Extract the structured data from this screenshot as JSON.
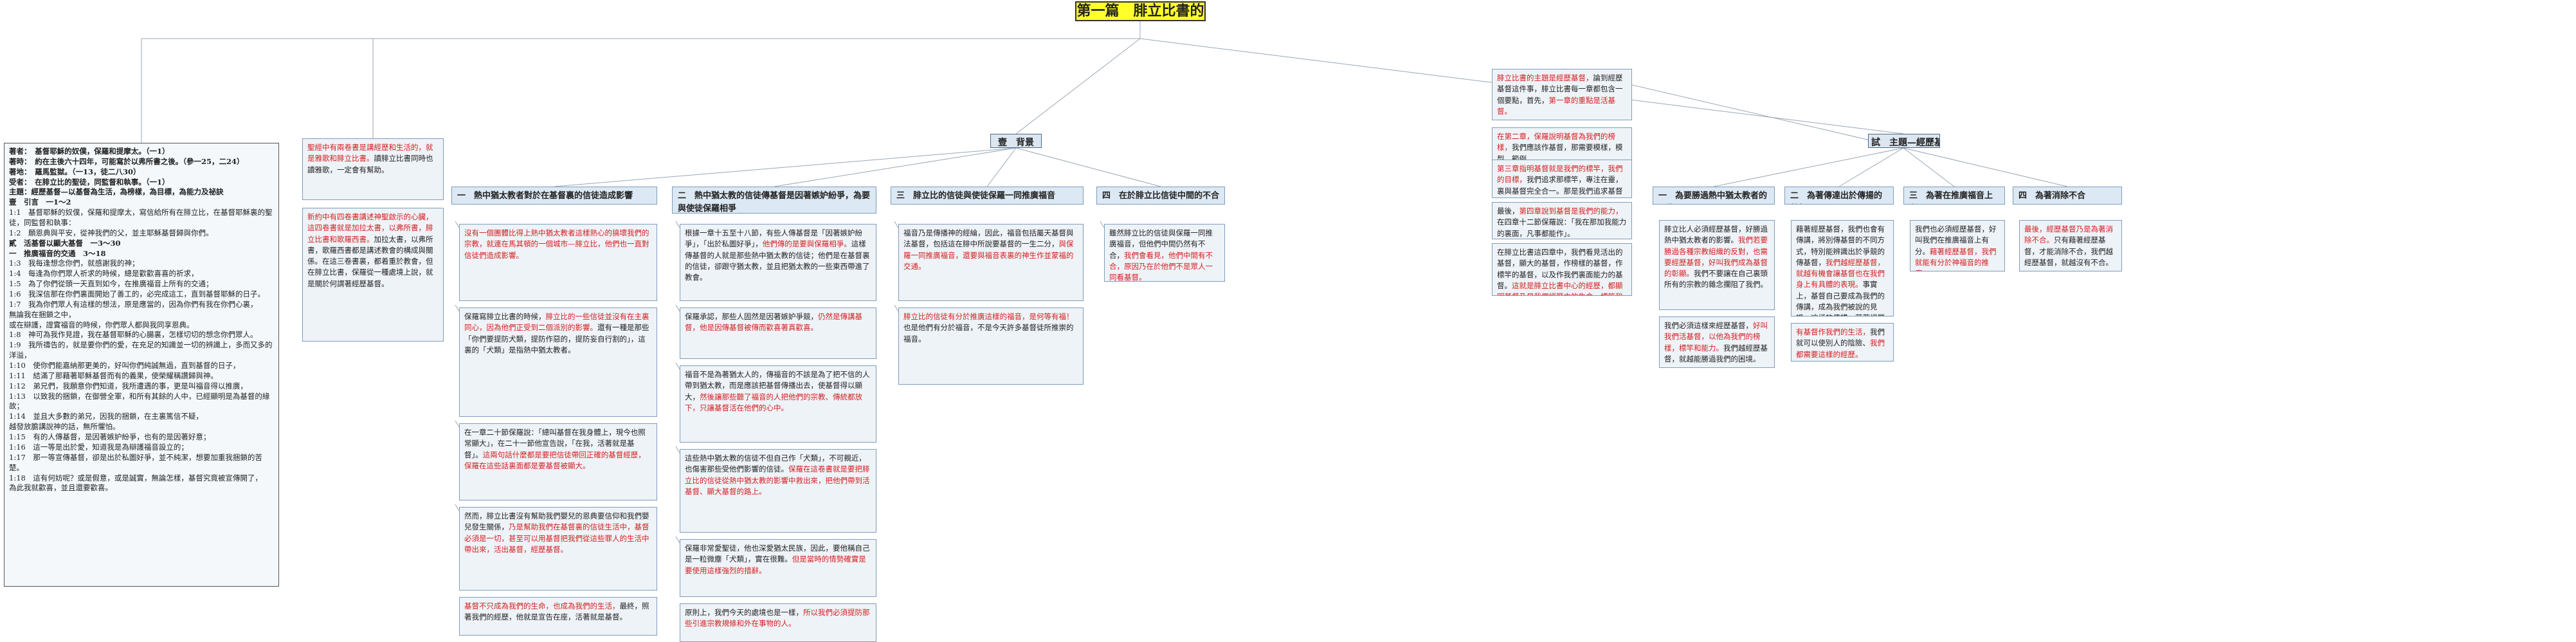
{
  "title": "第一篇　腓立比書的背景和主題",
  "intro_lines": [
    {
      "text": "著者：　基督耶穌的奴僕，保羅和提摩太。（一1）",
      "bold": true
    },
    {
      "text": "著時：　約在主後六十四年，可能寫於以弗所書之後。（參一25，二24）",
      "bold": true
    },
    {
      "text": "著地：　羅馬監獄。（一13，徒二八30）",
      "bold": true
    },
    {
      "text": "受者：　在腓立比的聖徒，同監督和執事。（一1）",
      "bold": true
    },
    {
      "text": "主題：經歷基督—以基督為生活，為榜樣，為目標，為能力及祕訣",
      "bold": true
    },
    {
      "text": "壹　引言　一1～2",
      "bold": true
    },
    {
      "text": "1:1　基督耶穌的奴僕，保羅和提摩太，寫信給所有在腓立比，在基督耶穌裏的聖徒，同監督和執事：",
      "bold": false
    },
    {
      "text": "1:2　願恩典與平安，從神我們的父，並主耶穌基督歸與你們。",
      "bold": false
    },
    {
      "text": "貳　活基督以顯大基督　一3～30",
      "bold": true
    },
    {
      "text": "一　推廣福音的交通　3～18",
      "bold": true
    },
    {
      "text": "1:3　我每逢想念你們，就感謝我的神；",
      "bold": false
    },
    {
      "text": "1:4　每逢為你們眾人祈求的時候，總是歡歡喜喜的祈求，",
      "bold": false
    },
    {
      "text": "1:5　為了你們從頭一天直到如今，在推廣福音上所有的交通；",
      "bold": false
    },
    {
      "text": "1:6　我深信那在你們裏面開始了善工的，必完成這工，直到基督耶穌的日子。",
      "bold": false
    },
    {
      "text": "1:7　我為你們眾人有這樣的想法，原是應當的，因為你們有我在你們心裏，",
      "bold": false
    },
    {
      "text": "無論我在捆鎖之中，",
      "bold": false
    },
    {
      "text": "或在辯護，證實福音的時候，你們眾人都與我同享恩典。",
      "bold": false
    },
    {
      "text": "1:8　神可為我作見證，我在基督耶穌的心腸裏，怎樣切切的想念你們眾人。",
      "bold": false
    },
    {
      "text": "1:9　我所禱告的，就是要你們的愛，在充足的知識並一切的辨識上，多而又多的洋溢，",
      "bold": false
    },
    {
      "text": "1:10　使你們能嘉納那更美的，好叫你們純誠無過，直到基督的日子，",
      "bold": false
    },
    {
      "text": "1:11　結滿了那藉著耶穌基督而有的義果，使榮耀稱讚歸與神。",
      "bold": false
    },
    {
      "text": "1:12　弟兄們，我願意你們知道，我所遭遇的事，更是叫福音得以推廣，",
      "bold": false
    },
    {
      "text": "1:13　以致我的捆鎖，在御營全軍，和所有其餘的人中，已經顯明是為基督的緣故；",
      "bold": false
    },
    {
      "text": "1:14　並且大多數的弟兄，因我的捆鎖，在主裏篤信不疑，",
      "bold": false
    },
    {
      "text": "越發放膽講說神的話，無所懼怕。",
      "bold": false
    },
    {
      "text": "1:15　有的人傳基督，是因著嫉妒紛爭，也有的是因著好意；",
      "bold": false
    },
    {
      "text": "1:16　這一等是出於愛，知道我是為辯護福音設立的；",
      "bold": false
    },
    {
      "text": "1:17　那一等宣傳基督，卻是出於私圖好爭，並不純潔，想要加重我捆鎖的苦楚。",
      "bold": false
    },
    {
      "text": "1:18　這有何妨呢？或是假意，或是誠實，無論怎樣，基督究竟被宣傳開了，",
      "bold": false
    },
    {
      "text": "為此我就歡喜，並且還要歡喜。",
      "bold": false
    }
  ],
  "overview_note": [
    {
      "t": "聖經中有兩卷書是講經歷和生活的，就是雅歌和腓立比書。",
      "red": true
    },
    {
      "t": "讀腓立比書同時也讀雅歌，一定會有幫助。",
      "red": false
    }
  ],
  "intro_note": [
    {
      "t": "新約中有四卷書講述神聖啟示的心臟，這四卷書就是加拉太書，以弗所書，腓立比書和歌羅西書。",
      "red": true
    },
    {
      "t": "加拉太書，以弗所書，歌羅西書都是講述教會的構成與關係。在這三卷書裏，都着重於教會，但在腓立比書，保羅從一種處境上說，就是關於何謂著經歷基督。",
      "red": false
    }
  ],
  "background": {
    "label": "壹　背景",
    "sections": [
      {
        "heading": "一　熱中猶太教者對於在基督裏的信徒造成影響",
        "notes": [
          [
            {
              "t": "沒有一個團體比得上熱中猶太教者這樣熱心的搞壞我們的宗教，就連在馬其頓的一個城市—腓立比，他們也一直對信徒們造成影響。",
              "red": true
            }
          ],
          [
            {
              "t": "保羅寫腓立比書的時候，",
              "red": false
            },
            {
              "t": "腓立比的一些信徒並沒有在主裏同心，因為他們正受到二個派別的影響。",
              "red": true
            },
            {
              "t": "還有一種是那些「你們要提防犬類，提防作惡的，提防妄自行割的」，這裏的「犬類」是指熱中猶太教者。",
              "red": false
            }
          ],
          [
            {
              "t": "在一章二十節保羅說：「總叫基督在我身體上，現今也照常顯大」，在二十一節他宣告說，「在我，活著就是基督」。",
              "red": false
            },
            {
              "t": "這兩句話什麼都是要把信徒帶回正確的基督經歷，保羅在這些話裏面都是要基督被顯大。",
              "red": true
            }
          ],
          [
            {
              "t": "然而，腓立比書沒有幫助我們嬰兒的恩典要信仰和我們嬰兒發生關係，",
              "red": false
            },
            {
              "t": "乃是幫助我們在基督裏的信徒生活中，基督必須是一切，甚至可以用基督把我們從這些罪人的生活中帶出來，活出基督，經歷基督。",
              "red": true
            }
          ],
          [
            {
              "t": "基督不只成為我們的生命，也成為我們的生活，",
              "red": true
            },
            {
              "t": "最終，照著我們的經歷，他就是宣告在座，活著就是基督。",
              "red": false
            }
          ]
        ]
      },
      {
        "heading": "二　熱中猶太教的信徒傳基督是因著嫉妒紛爭，為要與使徒保羅相爭",
        "notes": [
          [
            {
              "t": "根據一章十五至十八節，有些人傳基督是「因著嫉妒紛爭」，「出於私圖好爭」，",
              "red": false
            },
            {
              "t": "他們傳的是要與保羅相爭。",
              "red": true
            },
            {
              "t": "這樣傳基督的人就是那些熱中猶太教的信徒；他們是在基督裏的信徒，卻跟守猶太教，並且把猶太教的一些東西帶進了教會。",
              "red": false
            }
          ],
          [
            {
              "t": "保羅承認，那些人固然是因著嫉妒爭競，",
              "red": false
            },
            {
              "t": "仍然是傳講基督，他是因傳基督被傳而歡喜著真歡喜。",
              "red": true
            }
          ],
          [
            {
              "t": "福音不是為著猶太人的，傳福音的不該是為了把不信的人帶到猶太教，而是應該把基督傳播出去，使基督得以顯大，",
              "red": false
            },
            {
              "t": "然後讓那些聽了福音的人把他們的宗教、傳統都放下，只讓基督活在他們的心中。",
              "red": true
            }
          ],
          [
            {
              "t": "這些熱中猶太教的信徒不但自己作「犬類」，不可親近，也傷害那些受他們影響的信徒。",
              "red": false
            },
            {
              "t": "保羅在這卷書就是要把腓立比的信徒從熱中猶太教的影響中救出來，把他們帶到活基督、顯大基督的路上。",
              "red": true
            }
          ],
          [
            {
              "t": "保羅非常愛聖徒，他也深愛猶太民族，因此，要他稱自己是一粒微塵「犬類」，實在很難。",
              "red": false
            },
            {
              "t": "但是當時的情勢確實是要使用這樣強烈的措辭。",
              "red": true
            }
          ],
          [
            {
              "t": "原則上，我們今天的處境也是一樣，",
              "red": false
            },
            {
              "t": "所以我們必須提防那些引進宗教規條和外在事物的人。",
              "red": true
            }
          ]
        ]
      },
      {
        "heading": "三　腓立比的信徒與使徒保羅一同推廣福音",
        "notes": [
          [
            {
              "t": "福音乃是傳播神的經綸，因此，福音包括屬天基督與法基督，包括這在腓中所說要基督的一生二分，",
              "red": false
            },
            {
              "t": "與保羅一同推廣福音，還要與福音表裏的神生作並蒙福的交通。",
              "red": true
            }
          ],
          [
            {
              "t": "腓立比的信徒有分於推廣這樣的福音，是何等有福！",
              "red": true
            },
            {
              "t": "也是他們有分於福音，不是今天許多基督徒所推崇的福音。",
              "red": false
            }
          ]
        ]
      },
      {
        "heading": "四　在於腓立比信徒中間的不合",
        "notes": [
          [
            {
              "t": "雖然腓立比的信徒與保羅一同推廣福音，但他們中間仍然有不合，",
              "red": false
            },
            {
              "t": "我們會看見，他們中間有不合，原因乃在於他們不是眾人一同看基督。",
              "red": true
            }
          ]
        ]
      }
    ]
  },
  "theme": {
    "label": "試　主題—經歷基督",
    "intro_notes": [
      [
        {
          "t": "腓立比書的主題是經歷基督，",
          "red": true
        },
        {
          "t": "論到經歷基督這件事，腓立比書每一章都包含一個要點，首先，",
          "red": false
        },
        {
          "t": "第一章的重點是活基督。",
          "red": true
        }
      ],
      [
        {
          "t": "在第二章，保羅說明基督為我們的榜樣，",
          "red": true
        },
        {
          "t": "我們應該作基督，那需要模樣，模型，範例。",
          "red": false
        }
      ],
      [
        {
          "t": "第三章指明基督就是我們的標竿，我們的目標，",
          "red": true
        },
        {
          "t": "我們追求那標竿，專注在靈，裏與基督完全合一。那是我們追求基督的目標。",
          "red": false
        }
      ],
      [
        {
          "t": "最後，",
          "red": false
        },
        {
          "t": "第四章說到基督是我們的能力，",
          "red": true
        },
        {
          "t": "在四章十二節保羅說：「我在那加我能力的裏面，凡事都能作」。",
          "red": false
        }
      ],
      [
        {
          "t": "在腓立比書這四章中，我們看見活出的基督，顯大的基督，作榜樣的基督，作標竿的基督，以及作我們裏面能力的基督。",
          "red": false
        },
        {
          "t": "這就是腓立比書中心的經歷，都顯明基督乃是我們經歷中的生命，標竿和能力。",
          "red": true
        }
      ]
    ],
    "sections": [
      {
        "heading": "一　為要勝過熱中猶太教者的影響",
        "notes": [
          [
            {
              "t": "腓立比人必須經歷基督，好勝過熱中猶太教者的影響。",
              "red": false
            },
            {
              "t": "我們若要勝過各種宗教組織的反對，也需要經歷基督，好叫我們成為基督的彰顯。",
              "red": true
            },
            {
              "t": "我們不要讓在自己裏頭所有的宗教的雜念攔阻了我們。",
              "red": false
            }
          ],
          [
            {
              "t": "我們必須這樣來經歷基督，",
              "red": false
            },
            {
              "t": "好叫我們活基督，以他為我們的榜樣，標竿和能力。",
              "red": true
            },
            {
              "t": "我們越經歷基督，就越能勝過我們的困境。",
              "red": false
            }
          ]
        ]
      },
      {
        "heading": "二　為著傳達出於傳揚的基督",
        "notes": [
          [
            {
              "t": "藉著經歷基督，我們也會有傳講，將別傳基督的不同方式，特別能辨識出於爭競的傳基督，",
              "red": false
            },
            {
              "t": "我們越經歷基督，就越有機會讓基督也在我們身上有具體的表現。",
              "red": true
            },
            {
              "t": "事實上，基督自己要成為我們的傳講，成為我們被說的見證。這樣的傳講，藉著經歷基督，我們便得著從這方面去推廣福音。",
              "red": false
            }
          ],
          [
            {
              "t": "有基督作我們的生活，",
              "red": true
            },
            {
              "t": "我們就可以使別人的陰險、",
              "red": false
            },
            {
              "t": "我們都需要這樣的經歷。",
              "red": true
            }
          ]
        ]
      },
      {
        "heading": "三　為著在推廣福音上有分",
        "notes": [
          [
            {
              "t": "我們也必須經歷基督，好叫我們在推廣福音上有分。",
              "red": false
            },
            {
              "t": "藉著經歷基督，我們就能有分於神福音的推廣。",
              "red": true
            }
          ]
        ]
      },
      {
        "heading": "四　為著消除不合",
        "notes": [
          [
            {
              "t": "最後，經歷基督乃是為著消除不合。",
              "red": true
            },
            {
              "t": "只有藉著經歷基督，才能消除不合，我們越經歷基督，就越沒有不合。",
              "red": false
            }
          ]
        ]
      }
    ]
  }
}
